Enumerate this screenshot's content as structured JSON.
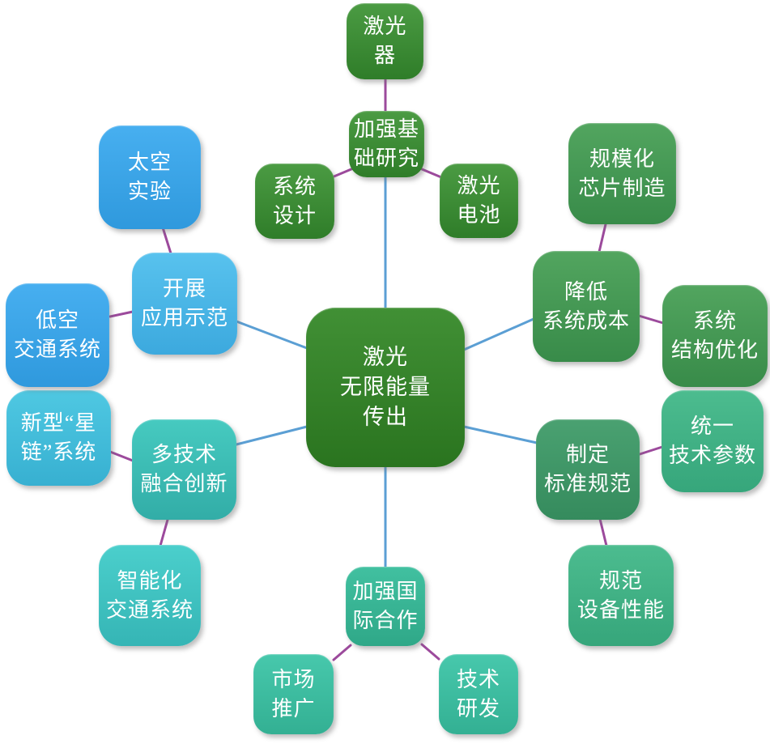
{
  "palette": {
    "root_green": "#38852c",
    "north_green": "#3f9138",
    "northeast_green": "#479a53",
    "southeast_branch_green": "#41a06c",
    "southeast_leaf_green": "#42b285",
    "south_teal": "#3bbd9e",
    "southwest_turquoise": "#3fc5bc",
    "starlink_cyan": "#45c0dc",
    "west_blue": "#42aae8",
    "root_connector_blue": "#5b9fd4",
    "leaf_connector_purple": "#9c4a9c",
    "text": "#ffffff",
    "background": "#ffffff"
  },
  "mindmap": {
    "root": {
      "label": "激光\n无限能量\n传出"
    },
    "branches": [
      {
        "label": "加强基\n础研究",
        "children": [
          {
            "label": "激光\n器"
          },
          {
            "label": "系统\n设计"
          },
          {
            "label": "激光\n电池"
          }
        ]
      },
      {
        "label": "降低\n系统成本",
        "children": [
          {
            "label": "规模化\n芯片制造"
          },
          {
            "label": "系统\n结构优化"
          }
        ]
      },
      {
        "label": "制定\n标准规范",
        "children": [
          {
            "label": "统一\n技术参数"
          },
          {
            "label": "规范\n设备性能"
          }
        ]
      },
      {
        "label": "加强国\n际合作",
        "children": [
          {
            "label": "市场\n推广"
          },
          {
            "label": "技术\n研发"
          }
        ]
      },
      {
        "label": "多技术\n融合创新",
        "children": [
          {
            "label": "新型“星\n链”系统"
          },
          {
            "label": "智能化\n交通系统"
          }
        ]
      },
      {
        "label": "开展\n应用示范",
        "children": [
          {
            "label": "太空\n实验"
          },
          {
            "label": "低空\n交通系统"
          }
        ]
      }
    ]
  }
}
